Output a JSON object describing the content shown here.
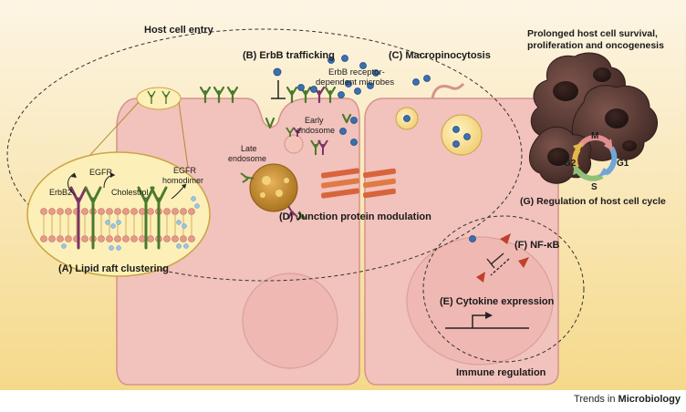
{
  "labels": {
    "host_cell_entry": "Host cell entry",
    "erbb_trafficking": "(B) ErbB trafficking",
    "erbb_microbes_1": "ErbB receptor-",
    "erbb_microbes_2": "dependent microbes",
    "macropinocytosis": "(C) Macropinocytosis",
    "prolonged_1": "Prolonged host cell survival,",
    "prolonged_2": "proliferation and oncogenesis",
    "early_endosome_1": "Early",
    "early_endosome_2": "endosome",
    "late_endosome_1": "Late",
    "late_endosome_2": "endosome",
    "junction": "(D) Junction protein modulation",
    "erbb2": "ErbB2",
    "egfr": "EGFR",
    "cholesterol": "Cholestrol",
    "egfr_homodimer_1": "EGFR",
    "egfr_homodimer_2": "homodimer",
    "lipid_raft": "(A) Lipid raft clustering",
    "nfkb": "(F) NF-κB",
    "cytokine": "(E) Cytokine expression",
    "immune": "Immune regulation",
    "cell_cycle": "(G) Regulation of host cell cycle",
    "phase_m": "M",
    "phase_g1": "G1",
    "phase_s": "S",
    "phase_g2": "G2"
  },
  "footer": {
    "journal_prefix": "Trends in",
    "journal_suffix": "Microbiology"
  },
  "colors": {
    "background_top": "#fdf2dd",
    "background_bottom": "#f5d789",
    "cell_fill": "#f2c4bf",
    "cell_stroke": "#d89a94",
    "receptor_green": "#4a7a2c",
    "receptor_purple": "#7a3566",
    "microbe_blue": "#3a6fb0",
    "arrowhead_red": "#c0402c",
    "tumor_cell": "#5a3a35",
    "zoom_fill": "#fcefb8"
  }
}
